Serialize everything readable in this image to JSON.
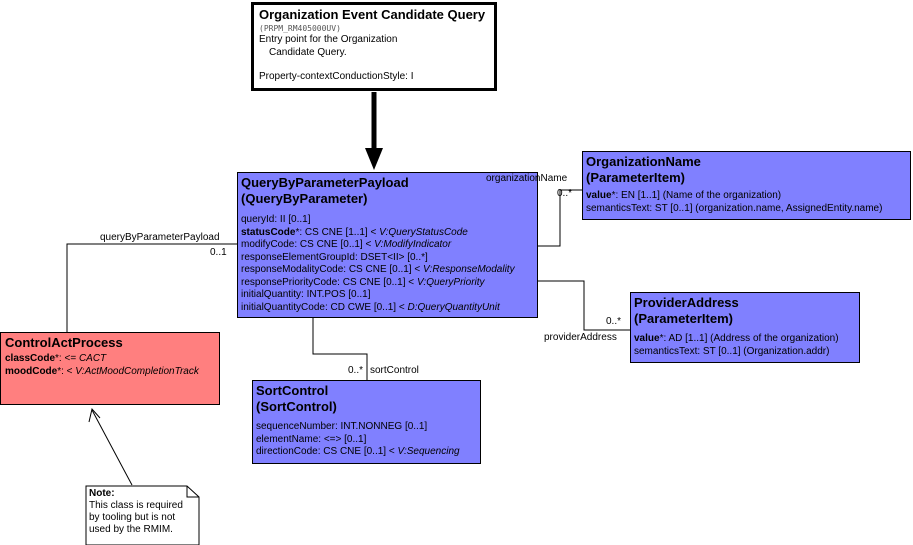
{
  "entry": {
    "title": "Organization Event Candidate Query",
    "code": "(PRPM_RM405000UV)",
    "desc1": "Entry point for the Organization",
    "desc2": "Candidate Query.",
    "property": "Property-contextConductionStyle: I"
  },
  "payload": {
    "title1": "QueryByParameterPayload",
    "title2": "(QueryByParameter)",
    "attrs": [
      {
        "name": "queryId",
        "bold": false,
        "type": ": II [0..1]",
        "vocab": ""
      },
      {
        "name": "statusCode",
        "bold": true,
        "type": "*: CS CNE [1..1] < ",
        "vocab": "V:QueryStatusCode"
      },
      {
        "name": "modifyCode",
        "bold": false,
        "type": ": CS CNE [0..1] < ",
        "vocab": "V:ModifyIndicator"
      },
      {
        "name": "responseElementGroupId",
        "bold": false,
        "type": ": DSET<II> [0..*]",
        "vocab": ""
      },
      {
        "name": "responseModalityCode",
        "bold": false,
        "type": ": CS CNE [0..1] < ",
        "vocab": "V:ResponseModality"
      },
      {
        "name": "responsePriorityCode",
        "bold": false,
        "type": ": CS CNE [0..1] < ",
        "vocab": "V:QueryPriority"
      },
      {
        "name": "initialQuantity",
        "bold": false,
        "type": ": INT.POS [0..1]",
        "vocab": ""
      },
      {
        "name": "initialQuantityCode",
        "bold": false,
        "type": ": CD CWE [0..1] < ",
        "vocab": "D:QueryQuantityUnit"
      }
    ]
  },
  "orgName": {
    "title1": "OrganizationName",
    "title2": "(ParameterItem)",
    "attrs": [
      {
        "name": "value",
        "bold": true,
        "type": "*: EN [1..1] (Name of the organization)"
      },
      {
        "name": "semanticsText",
        "bold": false,
        "type": ": ST [0..1] (organization.name, AssignedEntity.name)"
      }
    ]
  },
  "provider": {
    "title1": "ProviderAddress",
    "title2": "(ParameterItem)",
    "attrs": [
      {
        "name": "value",
        "bold": true,
        "type": "*: AD [1..1] (Address of the organization)"
      },
      {
        "name": "semanticsText",
        "bold": false,
        "type": ": ST [0..1] (Organization.addr)"
      }
    ]
  },
  "sort": {
    "title1": "SortControl",
    "title2": "(SortControl)",
    "attrs": [
      {
        "name": "sequenceNumber",
        "type": ": INT.NONNEG [0..1]",
        "vocab": ""
      },
      {
        "name": "elementName",
        "type": ": <=> [0..1]",
        "vocab": ""
      },
      {
        "name": "directionCode",
        "type": ": CS CNE [0..1] < ",
        "vocab": "V:Sequencing"
      }
    ]
  },
  "cap": {
    "title": "ControlActProcess",
    "attrs": [
      {
        "name": "classCode",
        "type": "*: <= ",
        "vocab": "CACT"
      },
      {
        "name": "moodCode",
        "type": "*: < ",
        "vocab": "V:ActMoodCompletionTrack"
      }
    ]
  },
  "note": {
    "heading": "Note:",
    "lines": [
      "This class is required",
      "by tooling but is not",
      "used by the RMIM."
    ]
  },
  "labels": {
    "organizationName": "organizationName",
    "orgMult": "0..*",
    "qbpp": "queryByParameterPayload",
    "qbppMult": "0..1",
    "providerAddress": "providerAddress",
    "provMult": "0..*",
    "sortControl": "sortControl",
    "sortMult": "0..*"
  }
}
